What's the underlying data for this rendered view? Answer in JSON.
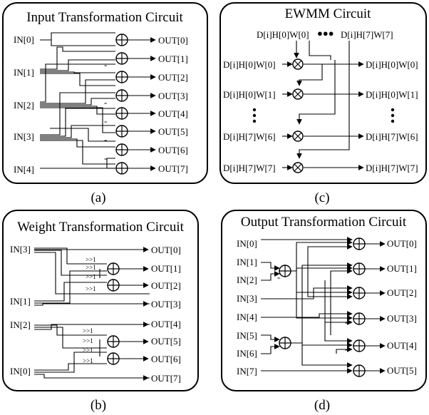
{
  "panels": {
    "a": {
      "title": "Input Transformation Circuit",
      "caption": "(a)",
      "inputs": [
        "IN[0]",
        "IN[1]",
        "IN[2]",
        "IN[3]",
        "IN[4]"
      ],
      "outputs": [
        "OUT[0]",
        "OUT[1]",
        "OUT[2]",
        "OUT[3]",
        "OUT[4]",
        "OUT[5]",
        "OUT[6]",
        "OUT[7]"
      ],
      "minus_sign": "-"
    },
    "b": {
      "title": "Weight Transformation Circuit",
      "caption": "(b)",
      "inputs": [
        "IN[3]",
        "IN[1]",
        "IN[2]",
        "IN[0]"
      ],
      "outputs": [
        "OUT[0]",
        "OUT[1]",
        "OUT[2]",
        "OUT[3]",
        "OUT[4]",
        "OUT[5]",
        "OUT[6]",
        "OUT[7]"
      ],
      "shift_label": ">>1"
    },
    "c": {
      "title": "EWMM Circuit",
      "caption": "(c)",
      "top_left_label": "D[i]H[0]W[0]",
      "top_right_label": "D[i]H[7]W[7]",
      "ellipsis": "●●●",
      "vertical_ellipsis": "●\n●\n●",
      "left_labels": [
        "D[i]H[0]W[0]",
        "D[i]H[0]W[1]",
        "D[i]H[7]W[6]",
        "D[i]H[7]W[7]"
      ],
      "right_labels": [
        "D[i]H[0]W[0]",
        "D[i]H[0]W[1]",
        "D[i]H[7]W[6]",
        "D[i]H[7]W[7]"
      ]
    },
    "d": {
      "title": "Output Transformation Circuit",
      "caption": "(d)",
      "inputs": [
        "IN[0]",
        "IN[1]",
        "IN[2]",
        "IN[3]",
        "IN[4]",
        "IN[5]",
        "IN[6]",
        "IN[7]"
      ],
      "outputs": [
        "OUT[0]",
        "OUT[1]",
        "OUT[2]",
        "OUT[3]",
        "OUT[4]",
        "OUT[5]"
      ],
      "minus_sign": "-"
    }
  }
}
